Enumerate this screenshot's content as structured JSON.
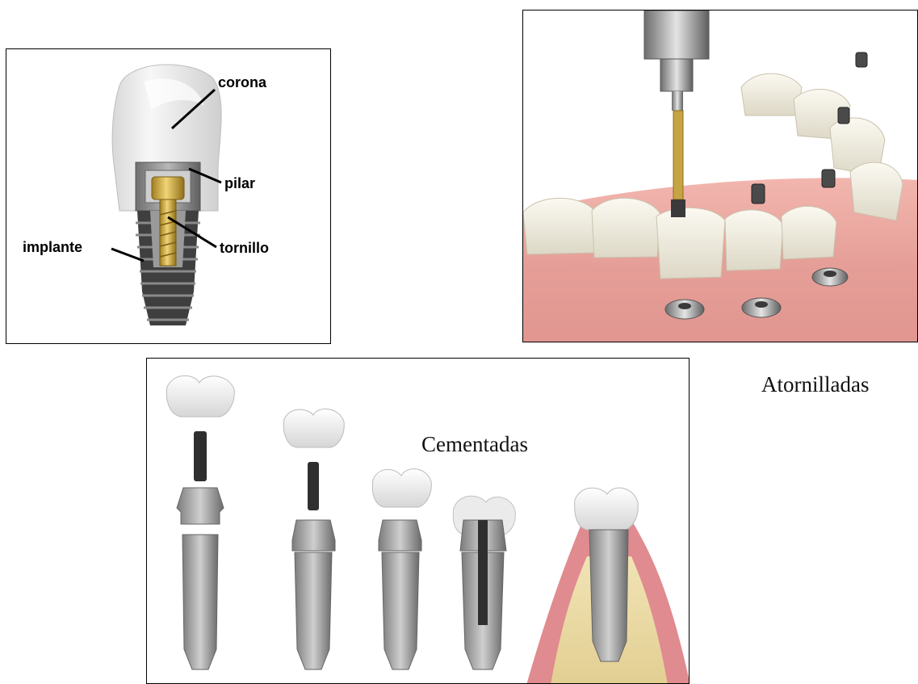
{
  "figure": {
    "implant_labels": {
      "crown": "corona",
      "abutment": "pilar",
      "screw": "tornillo",
      "implant": "implante"
    },
    "screw_retained_caption": "Atornilladas",
    "cemented_caption": "Cementadas"
  },
  "colors": {
    "gum": "#e8a09a",
    "tooth": "#f2efe6",
    "titanium": "#9a9a9a",
    "screw_gold": "#c9a640",
    "bone": "#e9d9a6"
  }
}
